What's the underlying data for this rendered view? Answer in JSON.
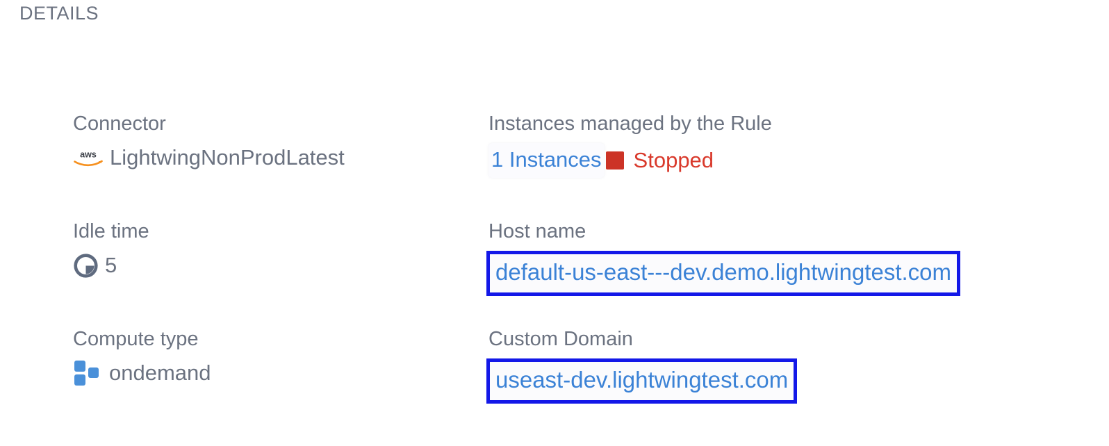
{
  "section": {
    "title": "DETAILS"
  },
  "colors": {
    "label": "#6b7280",
    "link": "#3b82d6",
    "status_stopped": "#d9392b",
    "highlight_border": "#1318e8",
    "compute_icon": "#4a90d9",
    "aws_smile": "#f6901e",
    "aws_text": "#3b3f47",
    "background": "#ffffff"
  },
  "fields": {
    "connector": {
      "label": "Connector",
      "icon": "aws-icon",
      "value": "LightwingNonProdLatest"
    },
    "instances": {
      "label": "Instances managed by the Rule",
      "link_text": "1 Instances",
      "status_icon": "stop-square-icon",
      "status_text": "Stopped"
    },
    "idle_time": {
      "label": "Idle time",
      "icon": "clock-icon",
      "value": "5"
    },
    "host_name": {
      "label": "Host name",
      "value": "default-us-east---dev.demo.lightwingtest.com"
    },
    "compute_type": {
      "label": "Compute type",
      "icon": "compute-blocks-icon",
      "value": "ondemand"
    },
    "custom_domain": {
      "label": "Custom Domain",
      "value": "useast-dev.lightwingtest.com"
    }
  }
}
